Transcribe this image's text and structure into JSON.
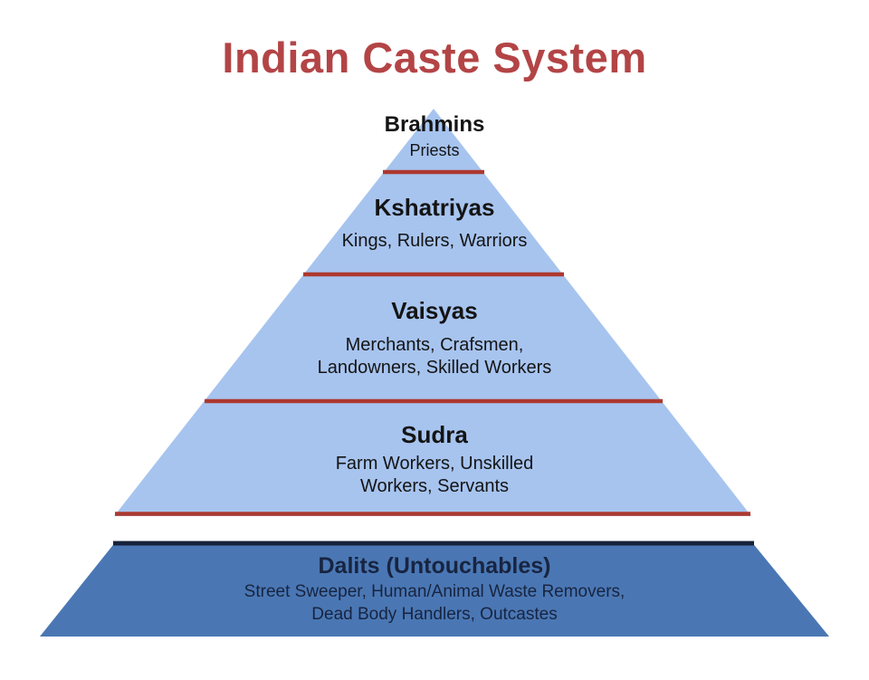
{
  "title": "Indian Caste System",
  "colors": {
    "background": "#ffffff",
    "title_red": "#b34446",
    "pyramid_blue": "#a7c4ef",
    "divider_red": "#ad382f",
    "dalits_blue": "#4a77b4",
    "dalits_navy": "#16213c",
    "dalits_text": "#182440",
    "text_dark": "#141414"
  },
  "pyramid": {
    "levels": [
      {
        "name": "Brahmins",
        "description_lines": [
          "Priests"
        ]
      },
      {
        "name": "Kshatriyas",
        "description_lines": [
          "Kings, Rulers, Warriors"
        ]
      },
      {
        "name": "Vaisyas",
        "description_lines": [
          "Merchants, Crafsmen,",
          "Landowners, Skilled Workers"
        ]
      },
      {
        "name": "Sudra",
        "description_lines": [
          "Farm Workers, Unskilled",
          "Workers, Servants"
        ]
      },
      {
        "name": "Dalits (Untouchables)",
        "description_lines": [
          "Street Sweeper, Human/Animal Waste Removers,",
          "Dead Body Handlers, Outcastes"
        ]
      }
    ]
  }
}
